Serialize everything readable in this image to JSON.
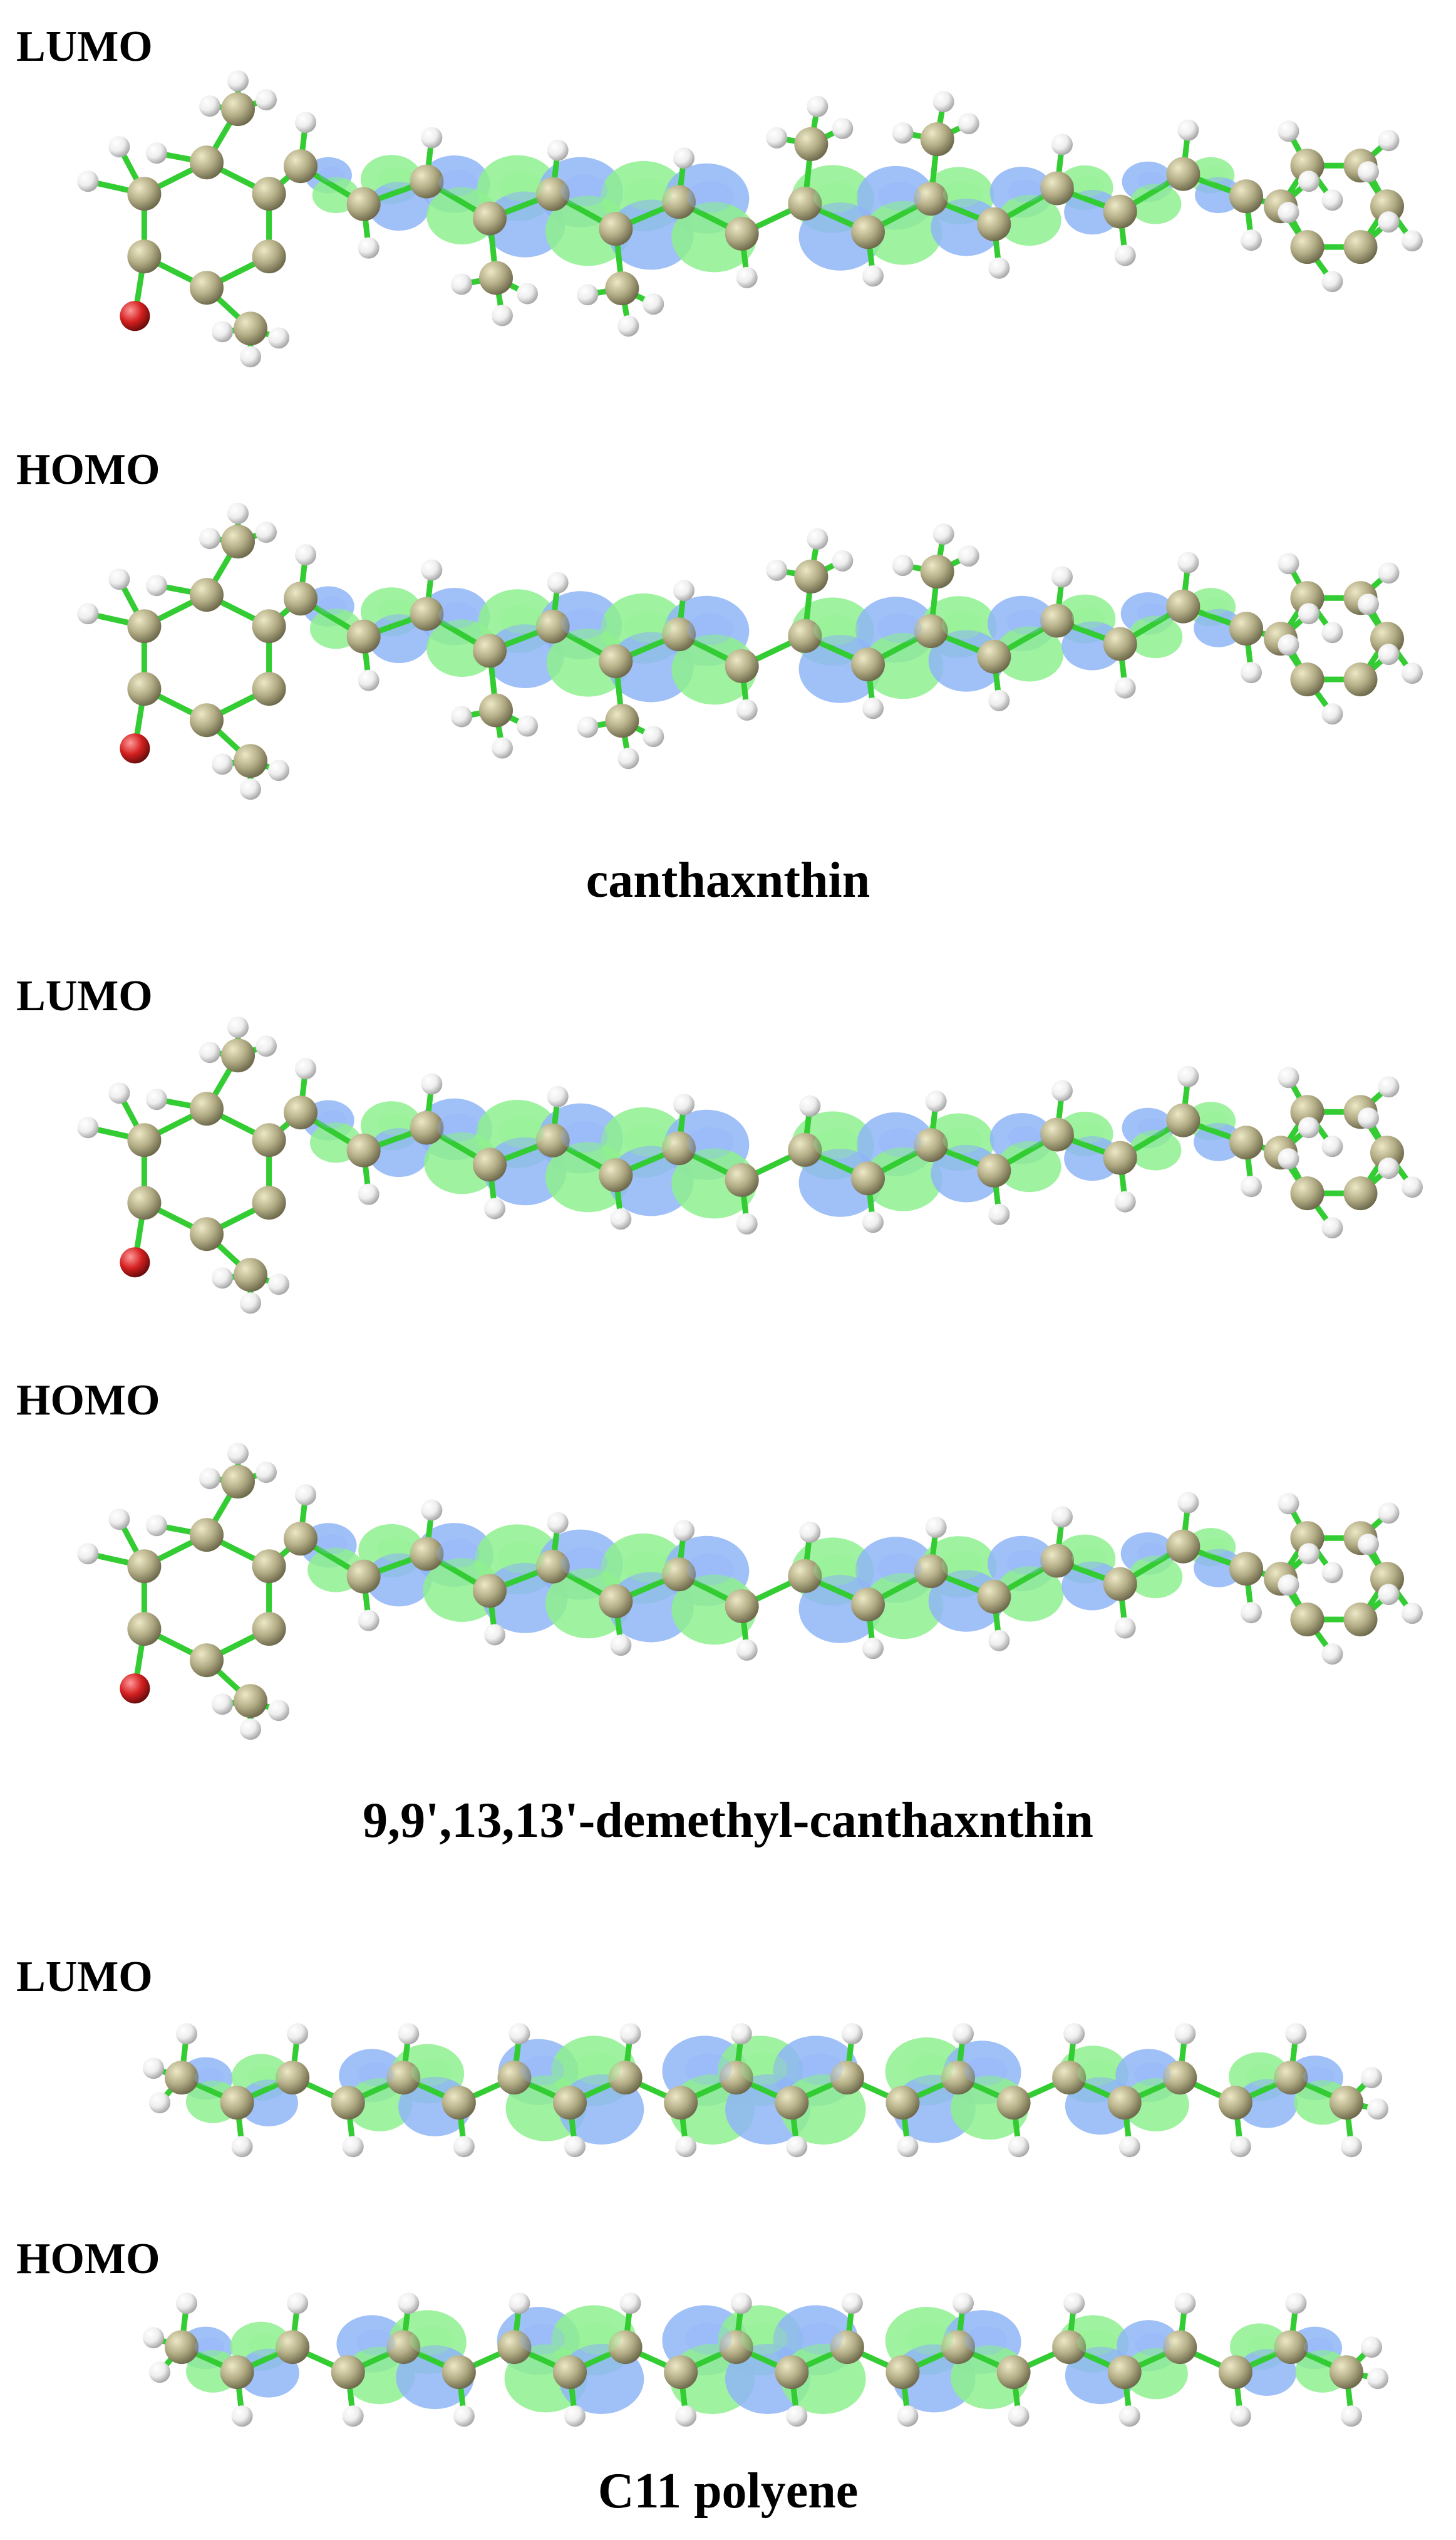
{
  "colors": {
    "bond": "#33cc33",
    "carbon": "#b3ad86",
    "hydrogen": "#eeeeee",
    "oxygen": "#d42020",
    "lobe_green": "#8ef08e",
    "lobe_blue": "#8fb5f7"
  },
  "molecules": [
    {
      "name": "canthaxnthin",
      "has_ring": true,
      "methyls": [
        3,
        5,
        8,
        10
      ],
      "chain_atoms": 16,
      "orbitals": [
        {
          "label": "LUMO",
          "lobes": [
            0.2,
            0.5,
            0.7,
            0.9,
            1.0,
            1.0,
            1.0,
            0.95,
            0.85,
            0.7,
            0.55,
            0.4,
            0.3,
            0.2
          ]
        },
        {
          "label": "HOMO",
          "lobes": [
            0.3,
            0.5,
            0.7,
            0.85,
            0.95,
            1.0,
            1.0,
            0.95,
            0.9,
            0.8,
            0.65,
            0.5,
            0.35,
            0.25
          ]
        }
      ]
    },
    {
      "name": "9,9',13,13'-demethyl-canthaxnthin",
      "has_ring": true,
      "methyls": [],
      "chain_atoms": 16,
      "orbitals": [
        {
          "label": "LUMO",
          "lobes": [
            0.3,
            0.5,
            0.8,
            0.95,
            1.0,
            1.0,
            1.0,
            0.95,
            0.85,
            0.7,
            0.55,
            0.4,
            0.3,
            0.25
          ]
        },
        {
          "label": "HOMO",
          "lobes": [
            0.4,
            0.6,
            0.85,
            1.0,
            1.0,
            1.0,
            1.0,
            0.95,
            0.9,
            0.8,
            0.65,
            0.5,
            0.35,
            0.25
          ]
        }
      ]
    },
    {
      "name": "C11 polyene",
      "has_ring": false,
      "methyls": [],
      "chain_atoms": 22,
      "orbitals": [
        {
          "label": "LUMO",
          "lobes": [
            0.35,
            0.45,
            0.6,
            0.75,
            0.9,
            1.0,
            1.0,
            1.0,
            1.0,
            0.95,
            0.85,
            0.7,
            0.6,
            0.5,
            0.4
          ]
        },
        {
          "label": "HOMO",
          "lobes": [
            0.35,
            0.5,
            0.7,
            0.85,
            0.95,
            1.0,
            1.0,
            1.0,
            1.0,
            0.95,
            0.85,
            0.7,
            0.55,
            0.45,
            0.35
          ]
        }
      ]
    }
  ]
}
